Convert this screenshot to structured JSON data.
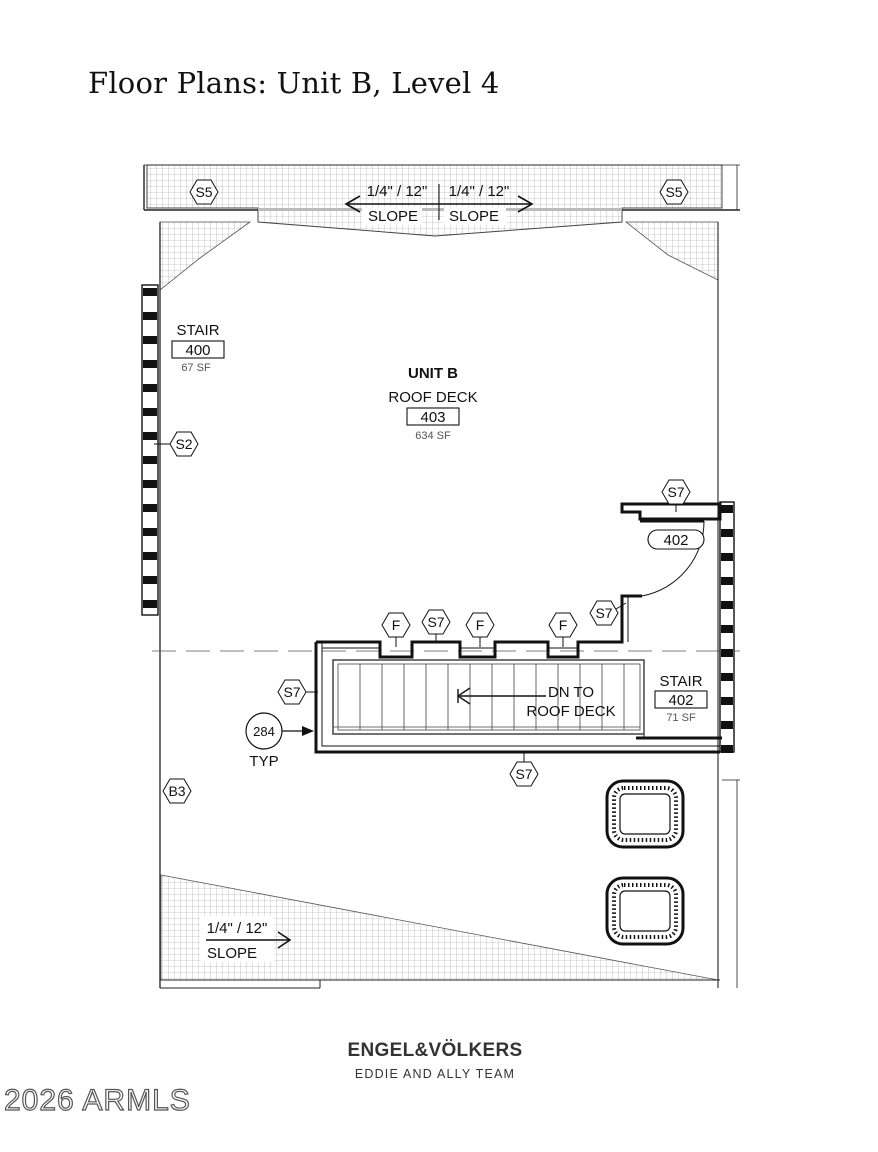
{
  "title": "Floor Plans: Unit B, Level 4",
  "slope_top_left": {
    "ratio": "1/4\" / 12\"",
    "word": "SLOPE"
  },
  "slope_top_right": {
    "ratio": "1/4\" / 12\"",
    "word": "SLOPE"
  },
  "slope_bottom": {
    "ratio": "1/4\" / 12\"",
    "word": "SLOPE"
  },
  "rooms": {
    "stair_400": {
      "name": "STAIR",
      "number": "400",
      "area": "67 SF"
    },
    "roof_deck_403": {
      "unit": "UNIT B",
      "name": "ROOF DECK",
      "number": "403",
      "area": "634 SF"
    },
    "stair_402": {
      "name": "STAIR",
      "number": "402",
      "area": "71 SF"
    }
  },
  "door_tag": "402",
  "stair_direction": {
    "line1": "DN TO",
    "line2": "ROOF DECK"
  },
  "wall_tags": {
    "s5": "S5",
    "s2": "S2",
    "s7": "S7",
    "f": "F",
    "b3": "B3"
  },
  "detail_callout": {
    "number": "284",
    "note": "TYP"
  },
  "brand": {
    "name": "ENGEL&VÖLKERS",
    "team": "EDDIE AND ALLY TEAM"
  },
  "copyright": "2026 ARMLS"
}
